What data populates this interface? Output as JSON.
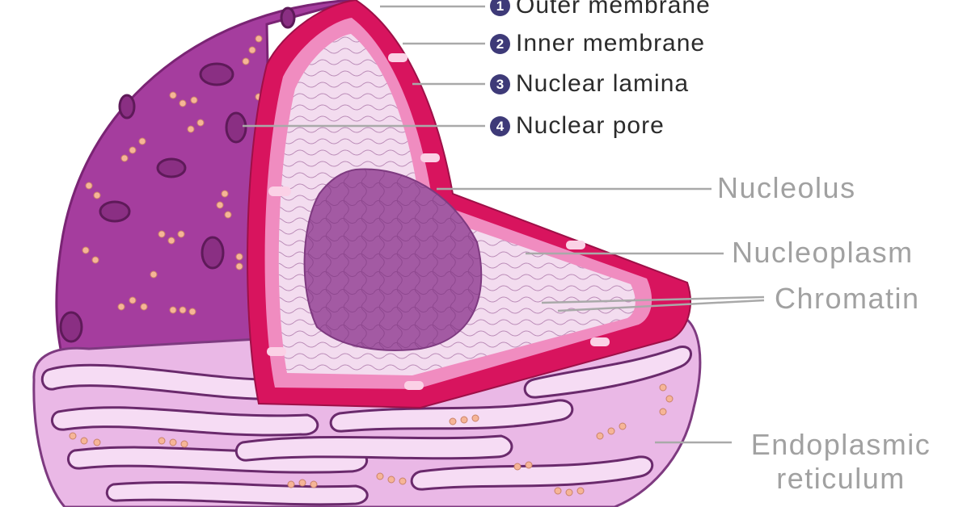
{
  "diagram": {
    "numbered_labels": [
      {
        "number": "1",
        "text": "Outer membrane"
      },
      {
        "number": "2",
        "text": "Inner membrane"
      },
      {
        "number": "3",
        "text": "Nuclear lamina"
      },
      {
        "number": "4",
        "text": "Nuclear pore"
      }
    ],
    "labels": {
      "nucleolus": "Nucleolus",
      "nucleoplasm": "Nucleoplasm",
      "chromatin": "Chromatin",
      "er_line1": "Endoplasmic",
      "er_line2": "reticulum"
    },
    "colors": {
      "outer_surface": "#a53d9e",
      "membrane": "#d8145e",
      "lamina": "#f08cc0",
      "nucleoplasm": "#f3dcef",
      "nucleolus": "#a35aa3",
      "er": "#eab8e6",
      "ribosome": "#f6b597",
      "label_number": "#3e3a78",
      "leader_line": "#a9a9a9"
    }
  }
}
